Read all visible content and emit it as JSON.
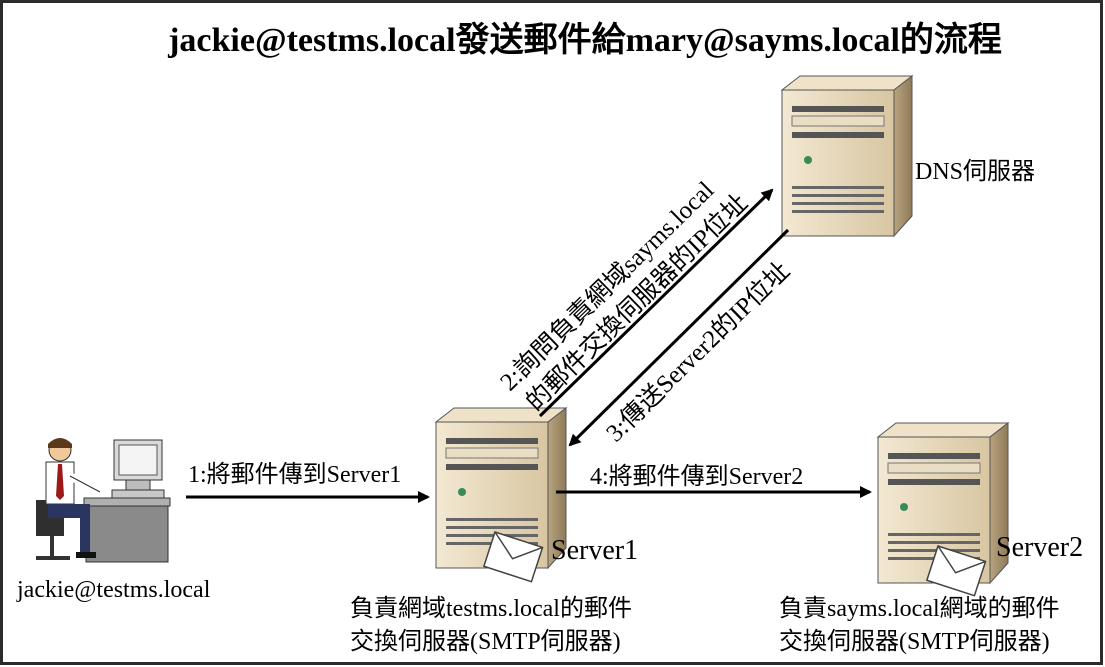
{
  "title": "jackie@testms.local發送郵件給mary@sayms.local的流程",
  "user": {
    "address": "jackie@testms.local"
  },
  "dns": {
    "label": "DNS伺服器"
  },
  "server1": {
    "name": "Server1",
    "desc_line1": "負責網域testms.local的郵件",
    "desc_line2": "交換伺服器(SMTP伺服器)"
  },
  "server2": {
    "name": "Server2",
    "desc_line1": "負責sayms.local網域的郵件",
    "desc_line2": "交換伺服器(SMTP伺服器)"
  },
  "steps": {
    "step1": "1:將郵件傳到Server1",
    "step2_line1": "2:詢問負責網域sayms.local",
    "step2_line2": "的郵件交換伺服器的IP位址",
    "step3": "3:傳送Server2的IP位址",
    "step4": "4:將郵件傳到Server2"
  },
  "colors": {
    "border": "#2b2b2b",
    "server_body": "#e8d9bd",
    "server_dark": "#b8a37f",
    "arrow": "#000000"
  }
}
